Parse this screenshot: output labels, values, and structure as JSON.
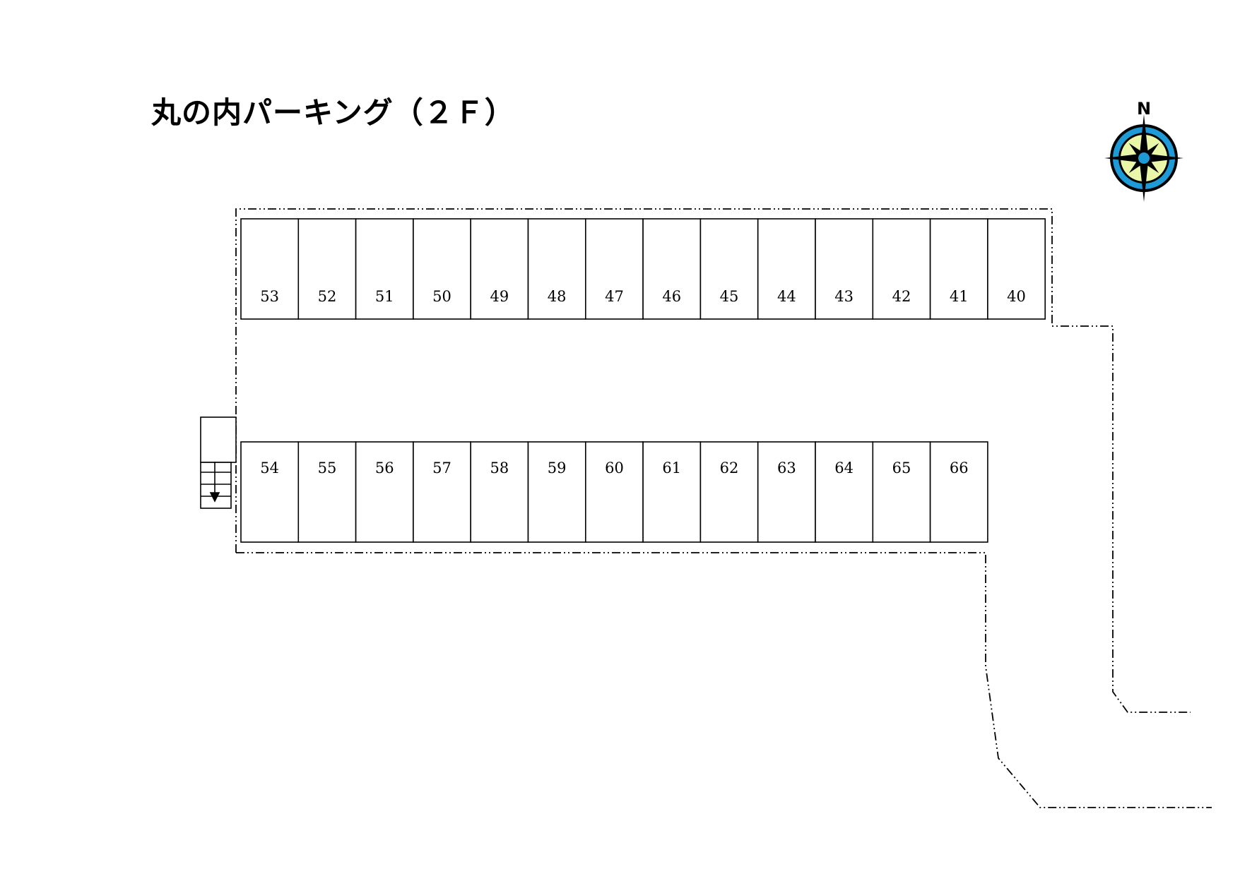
{
  "title": "丸の内パーキング（２Ｆ）",
  "compass": {
    "label": "N",
    "ring_color": "#1e9ad6",
    "fill_color": "#eaf7a8",
    "star_color": "#000000",
    "center_color": "#1e9ad6"
  },
  "stair": {
    "direction": "down"
  },
  "top_row": {
    "spaces": [
      "53",
      "52",
      "51",
      "50",
      "49",
      "48",
      "47",
      "46",
      "45",
      "44",
      "43",
      "42",
      "41",
      "40"
    ]
  },
  "bottom_row": {
    "spaces": [
      "54",
      "55",
      "56",
      "57",
      "58",
      "59",
      "60",
      "61",
      "62",
      "63",
      "64",
      "65",
      "66"
    ]
  }
}
